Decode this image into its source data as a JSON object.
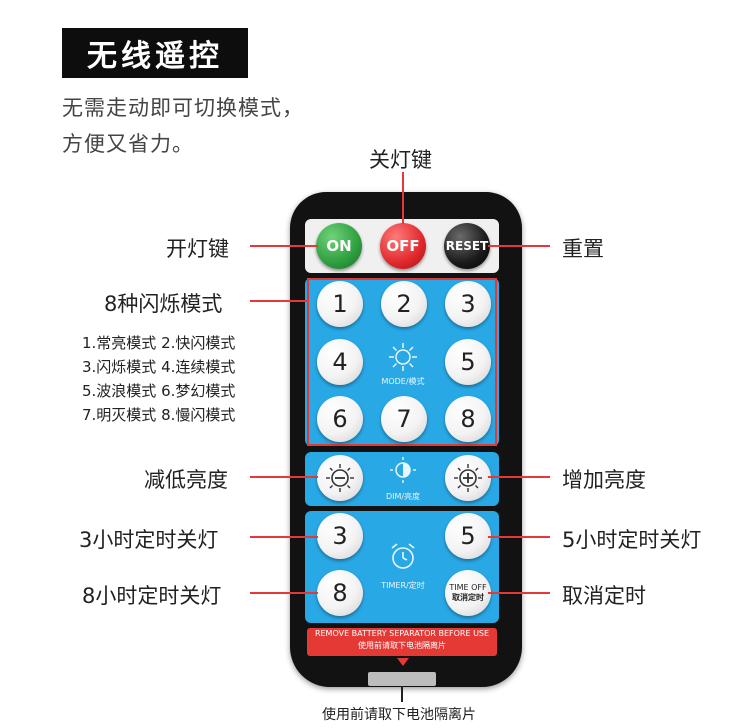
{
  "header": {
    "title": "无线遥控",
    "subtitle_line1": "无需走动即可切换模式，",
    "subtitle_line2": "方便又省力。"
  },
  "labels": {
    "off_key": "关灯键",
    "on_key": "开灯键",
    "reset": "重置",
    "flash_modes": "8种闪烁模式",
    "modes_line1": "1.常亮模式 2.快闪模式",
    "modes_line2": "3.闪烁模式 4.连续模式",
    "modes_line3": "5.波浪模式 6.梦幻模式",
    "modes_line4": "7.明灭模式 8.慢闪模式",
    "dim_down": "减低亮度",
    "dim_up": "增加亮度",
    "timer_3h": "3小时定时关灯",
    "timer_5h": "5小时定时关灯",
    "timer_8h": "8小时定时关灯",
    "cancel_timer": "取消定时",
    "separator": "使用前请取下电池隔离片"
  },
  "remote": {
    "on": "ON",
    "off": "OFF",
    "reset": "RESET",
    "modes": [
      "1",
      "2",
      "3",
      "4",
      "5",
      "6",
      "7",
      "8"
    ],
    "mode_caption": "MODE/模式",
    "dim_caption": "DIM/亮度",
    "timer_caption": "TIMER/定时",
    "timer_3": "3",
    "timer_5": "5",
    "timer_8": "8",
    "time_off_en": "TIME OFF",
    "time_off_cn": "取消定时",
    "strip_en": "REMOVE BATTERY SEPARATOR BEFORE USE",
    "strip_cn": "使用前请取下电池隔离片"
  },
  "colors": {
    "on": "#2e9e3e",
    "off": "#e0282c",
    "reset": "#111111",
    "panel": "#29a8e6",
    "annotation_line": "#e53935"
  }
}
